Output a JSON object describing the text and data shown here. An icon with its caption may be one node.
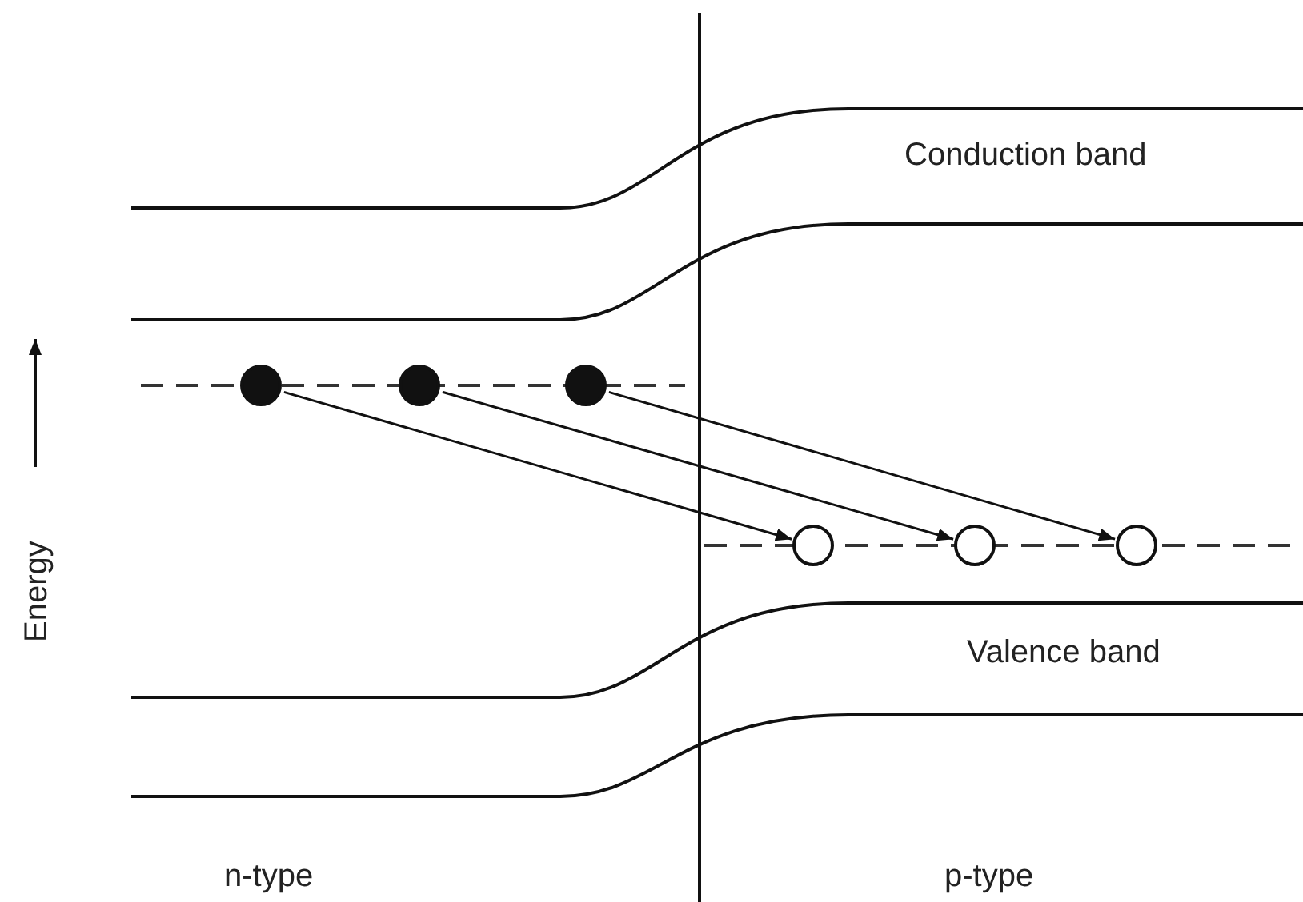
{
  "diagram": {
    "nodes": [
      {
        "text": [],
        "shape": "circle"
      },
      {
        "text": [],
        "shape": "circle"
      },
      {
        "text": [],
        "shape": "circle"
      },
      {
        "text": [],
        "shape": "circle"
      },
      {
        "text": [],
        "shape": "circle"
      },
      {
        "text": [],
        "shape": "circle"
      }
    ],
    "edges": [
      {
        "from": 0,
        "to": 3,
        "arrow": "to"
      },
      {
        "from": 1,
        "to": 4,
        "arrow": "to"
      },
      {
        "from": 2,
        "to": 5,
        "arrow": "to"
      }
    ],
    "labels": [
      "Conduction band",
      "Energy",
      "Valence band",
      "n-type",
      "p-type"
    ]
  }
}
